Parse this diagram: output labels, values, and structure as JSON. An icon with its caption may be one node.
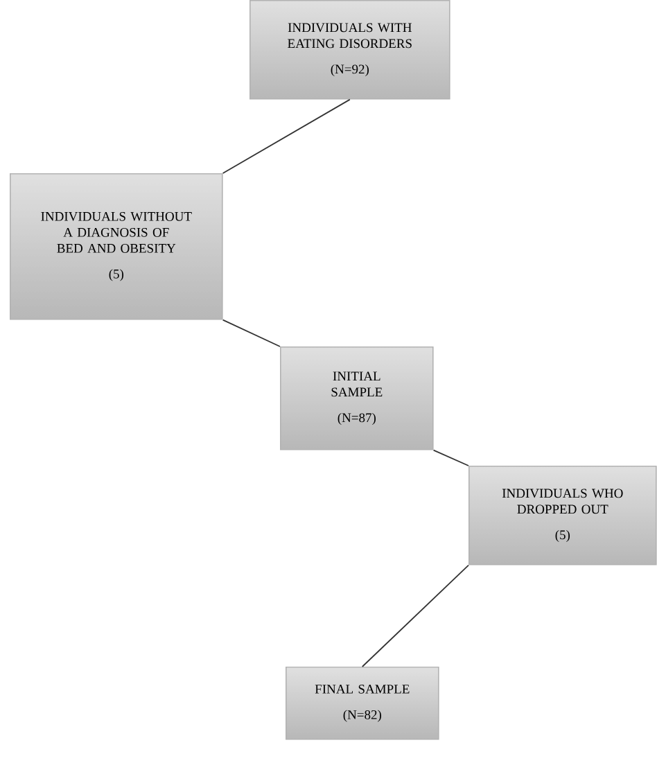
{
  "diagram": {
    "nodes": [
      {
        "text": [
          "INDIVIDUALS WITH EATING DISORDERS",
          "(N=92)"
        ]
      },
      {
        "text": [
          "INDIVIDUALS WITHOUT A DIAGNOSIS OF BED AND OBESITY",
          "(5)"
        ]
      },
      {
        "text": [
          "INITIAL SAMPLE",
          "(N=87)"
        ]
      },
      {
        "text": [
          "INDIVIDUALS WHO DROPPED OUT",
          "(5)"
        ]
      },
      {
        "text": [
          "FINAL SAMPLE",
          "(N=82)"
        ]
      }
    ],
    "edges": [
      {
        "from": 0,
        "to": 1,
        "arrow": "none"
      },
      {
        "from": 1,
        "to": 2,
        "arrow": "none"
      },
      {
        "from": 2,
        "to": 3,
        "arrow": "none"
      },
      {
        "from": 3,
        "to": 4,
        "arrow": "none"
      }
    ]
  }
}
